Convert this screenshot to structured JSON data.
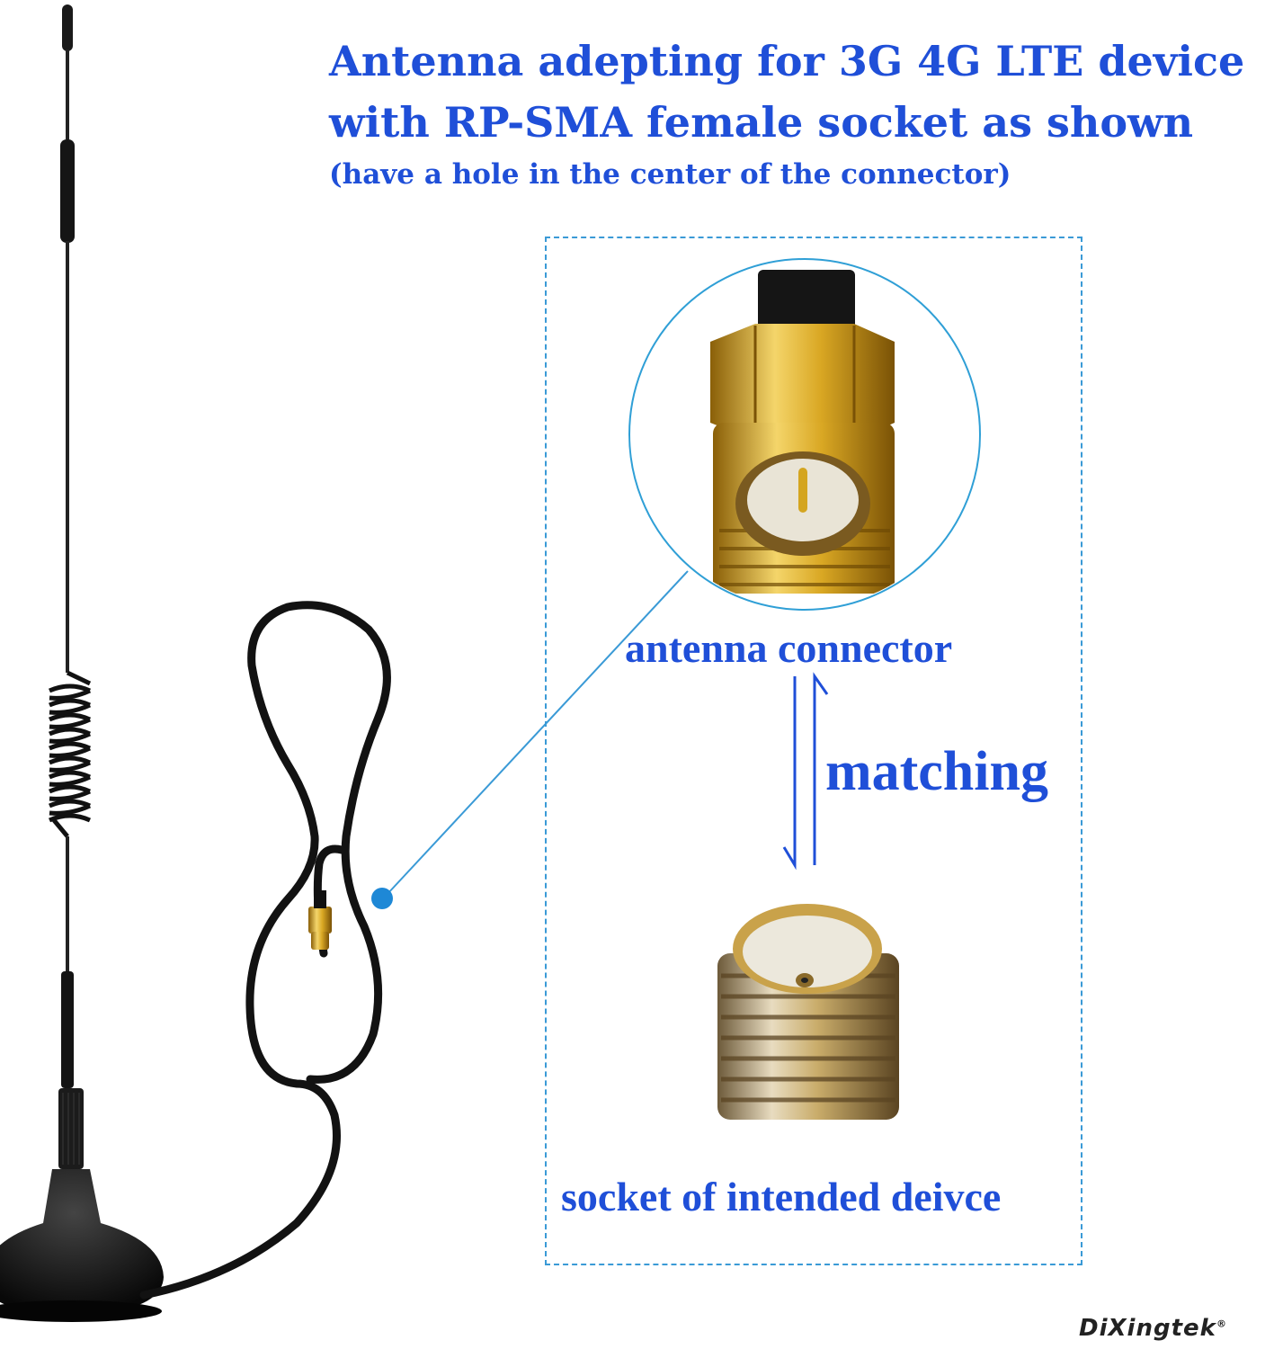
{
  "heading": {
    "line1": "Antenna adepting for 3G 4G LTE device",
    "line2": "with RP-SMA female socket as shown",
    "line3": "(have a hole in the center of the connector)"
  },
  "labels": {
    "antenna_connector": "antenna connector",
    "matching": "matching",
    "socket": "socket of intended deivce"
  },
  "brand": {
    "name": "DiXingtek",
    "mark": "®"
  },
  "colors": {
    "text_blue": "#1f4fd8",
    "callout_blue": "#3a9ad6",
    "gold": "#d4a520",
    "cable_black": "#111111"
  }
}
